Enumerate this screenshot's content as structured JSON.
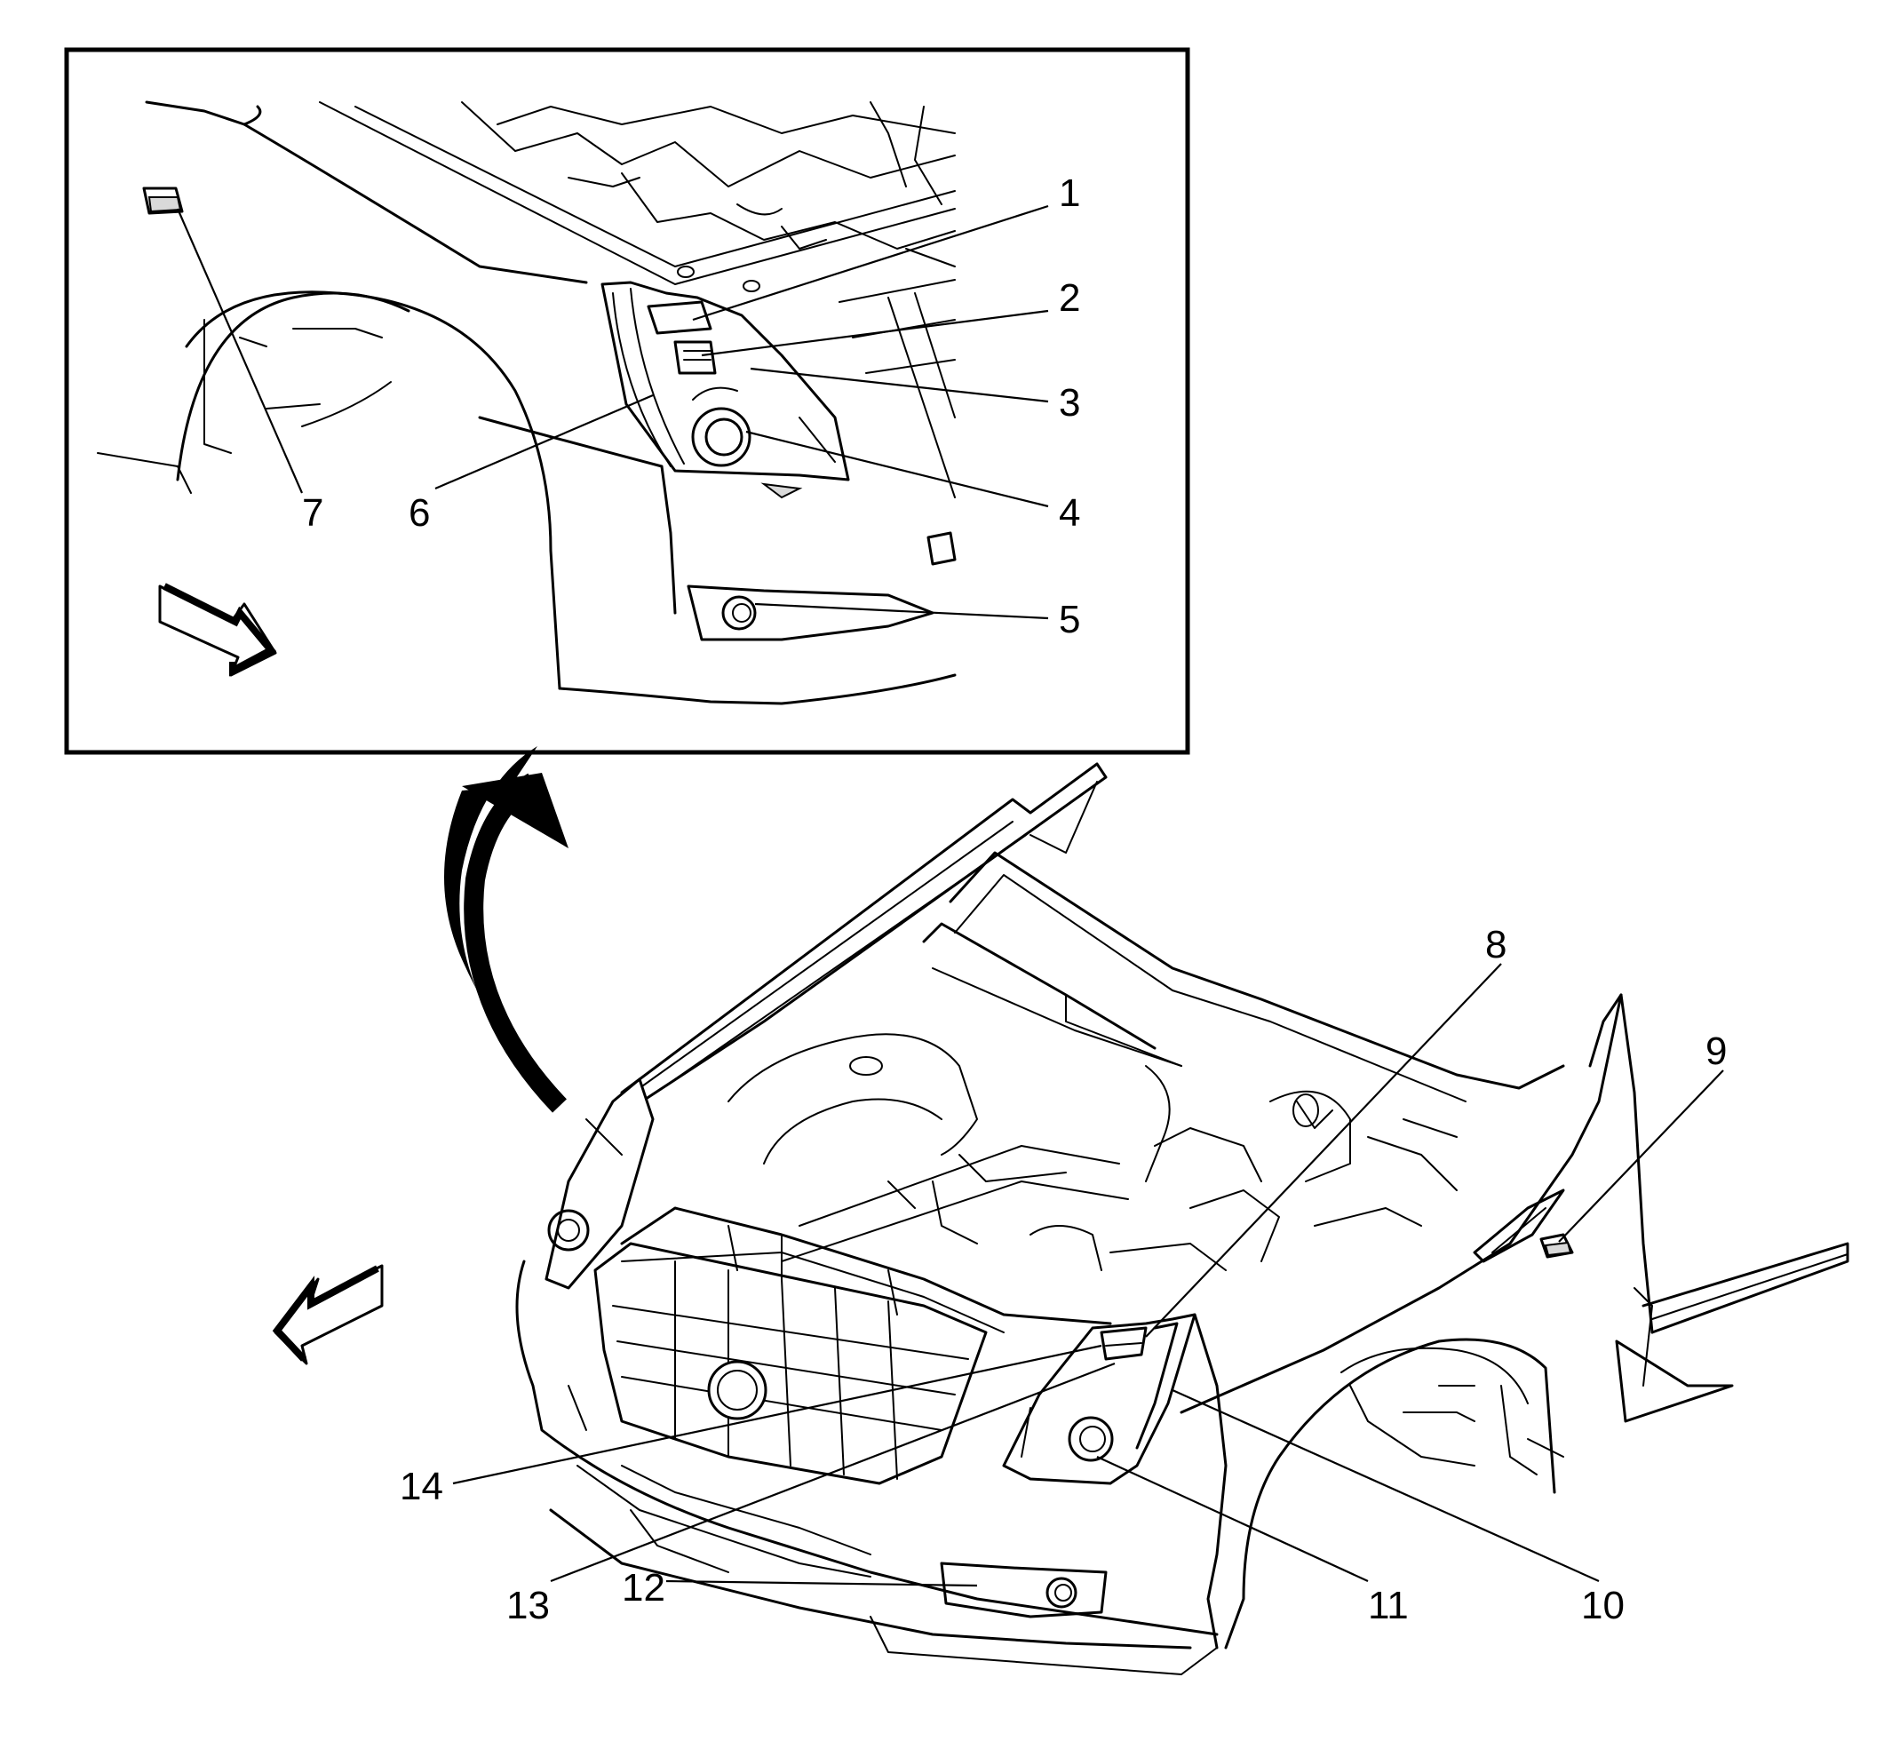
{
  "callouts": {
    "c1": "1",
    "c2": "2",
    "c3": "3",
    "c4": "4",
    "c5": "5",
    "c6": "6",
    "c7": "7",
    "c8": "8",
    "c9": "9",
    "c10": "10",
    "c11": "11",
    "c12": "12",
    "c13": "13",
    "c14": "14"
  },
  "colors": {
    "line": "#000000",
    "background": "#ffffff"
  },
  "icons": {
    "detail_arrow": "curved-arrow-icon",
    "inset_direction": "forward-arrow-icon",
    "main_direction": "forward-arrow-icon"
  }
}
